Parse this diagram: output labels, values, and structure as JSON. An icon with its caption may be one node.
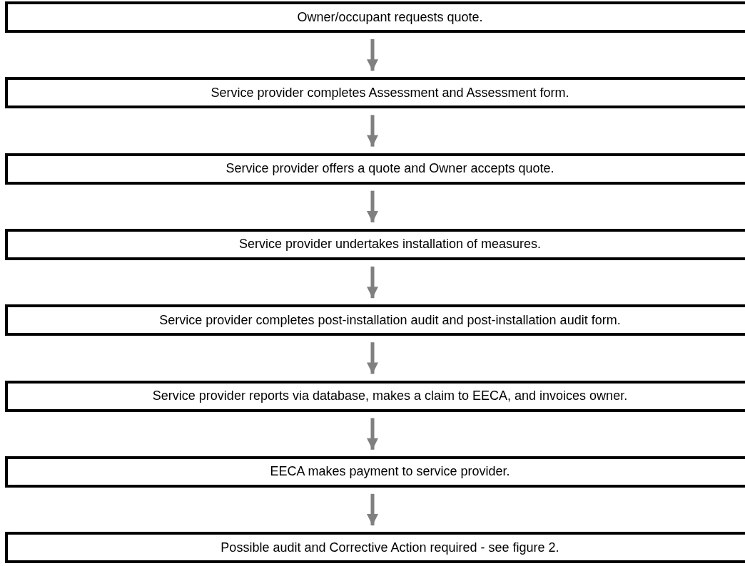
{
  "diagram": {
    "nodes": [
      {
        "text": [
          "Owner/occupant requests quote."
        ]
      },
      {
        "text": [
          "Service provider completes Assessment and Assessment form."
        ]
      },
      {
        "text": [
          "Service provider offers a quote and Owner accepts quote."
        ]
      },
      {
        "text": [
          "Service provider undertakes installation of measures."
        ]
      },
      {
        "text": [
          "Service provider completes post-installation audit and post-installation audit form."
        ]
      },
      {
        "text": [
          "Service provider reports via database, makes a claim to EECA, and invoices owner."
        ]
      },
      {
        "text": [
          "EECA makes payment to service provider."
        ]
      },
      {
        "text": [
          "Possible audit and Corrective Action required - see figure 2."
        ]
      }
    ],
    "edges": [
      {
        "from": 0,
        "to": 1,
        "arrow": "to"
      },
      {
        "from": 1,
        "to": 2,
        "arrow": "to"
      },
      {
        "from": 2,
        "to": 3,
        "arrow": "to"
      },
      {
        "from": 3,
        "to": 4,
        "arrow": "to"
      },
      {
        "from": 4,
        "to": 5,
        "arrow": "to"
      },
      {
        "from": 5,
        "to": 6,
        "arrow": "to"
      },
      {
        "from": 6,
        "to": 7,
        "arrow": "to"
      }
    ]
  }
}
